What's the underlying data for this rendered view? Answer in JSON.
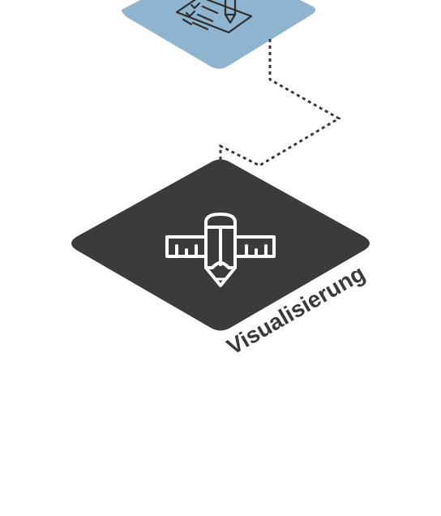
{
  "colors": {
    "background": "#ffffff",
    "planning_tile": "#8fb4cf",
    "visual_tile": "#3b3b3b",
    "icon_stroke_dark": "#2f2f2f",
    "icon_stroke_light": "#ffffff",
    "connector": "#3a3a3a",
    "label": "#3a3a3a"
  },
  "nodes": [
    {
      "id": "planning",
      "icon": "checklist-pencil-icon",
      "label": ""
    },
    {
      "id": "visualisierung",
      "icon": "pencil-ruler-icon",
      "label": "Visualisierung"
    }
  ],
  "connector": {
    "style": "dotted",
    "from": "planning",
    "to": "visualisierung"
  }
}
